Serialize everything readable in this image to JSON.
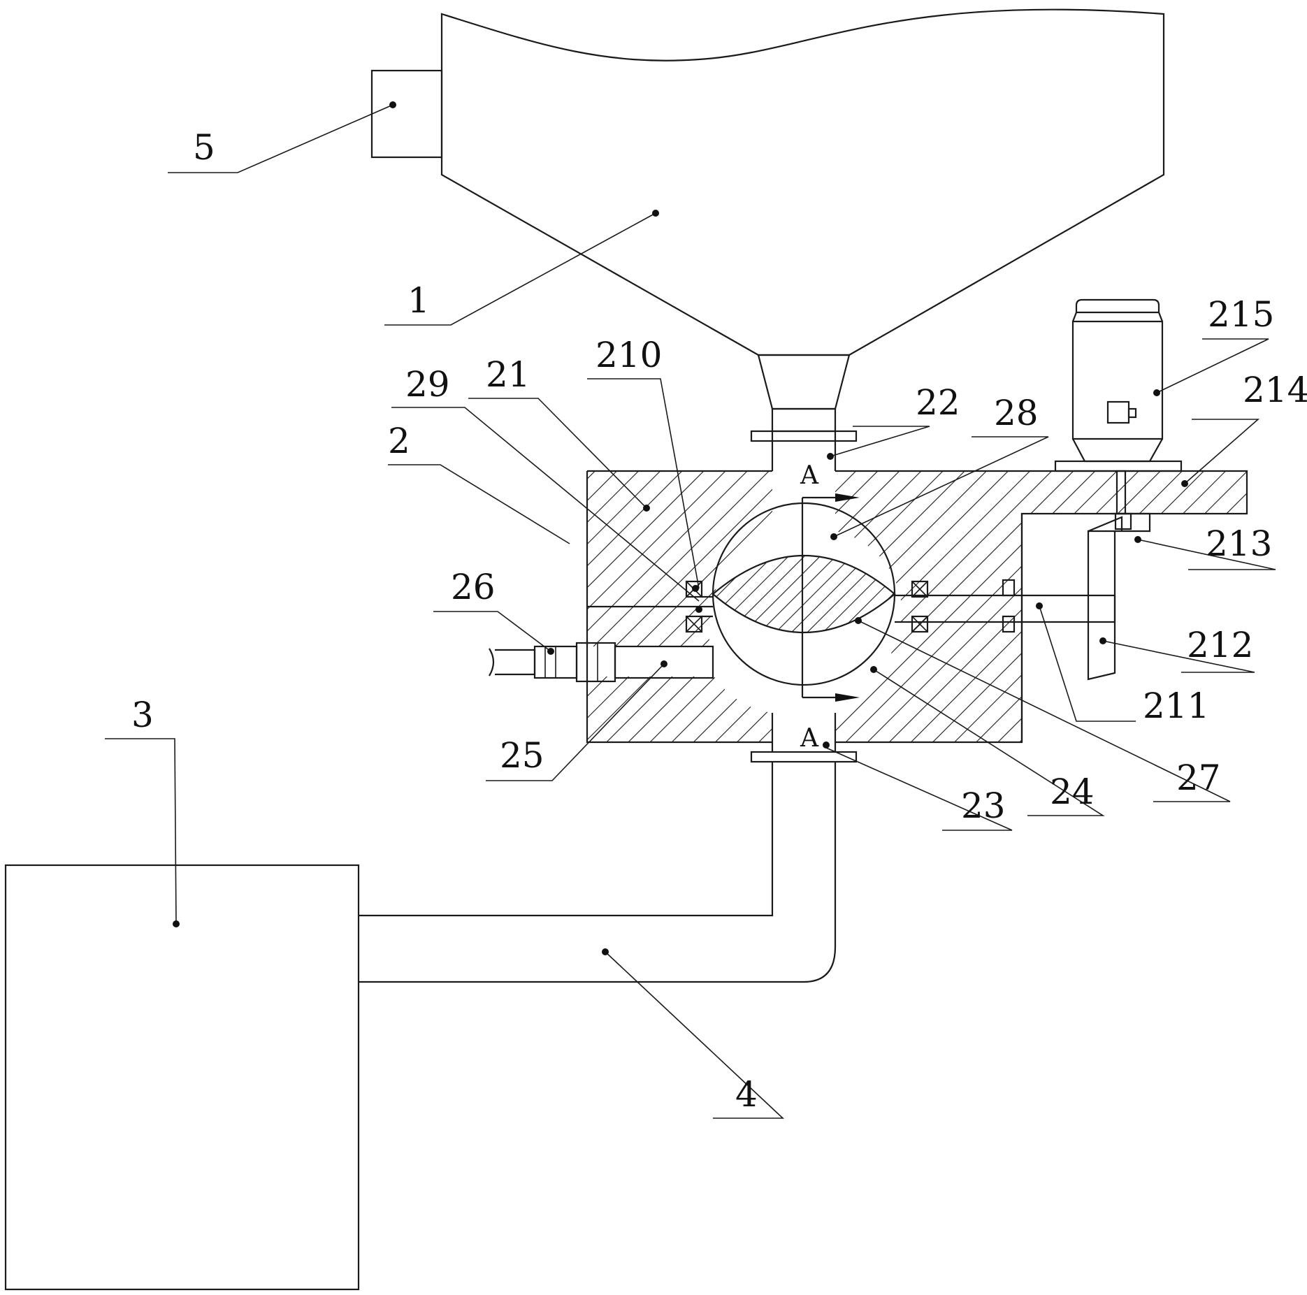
{
  "figure": {
    "labels": {
      "l1": "1",
      "l2": "2",
      "l3": "3",
      "l4": "4",
      "l5": "5",
      "l21": "21",
      "l22": "22",
      "l23": "23",
      "l24": "24",
      "l25": "25",
      "l26": "26",
      "l27": "27",
      "l28": "28",
      "l29": "29",
      "l210": "210",
      "l211": "211",
      "l212": "212",
      "l213": "213",
      "l214": "214",
      "l215": "215"
    },
    "section_marks": {
      "top": "A",
      "bottom": "A"
    }
  }
}
